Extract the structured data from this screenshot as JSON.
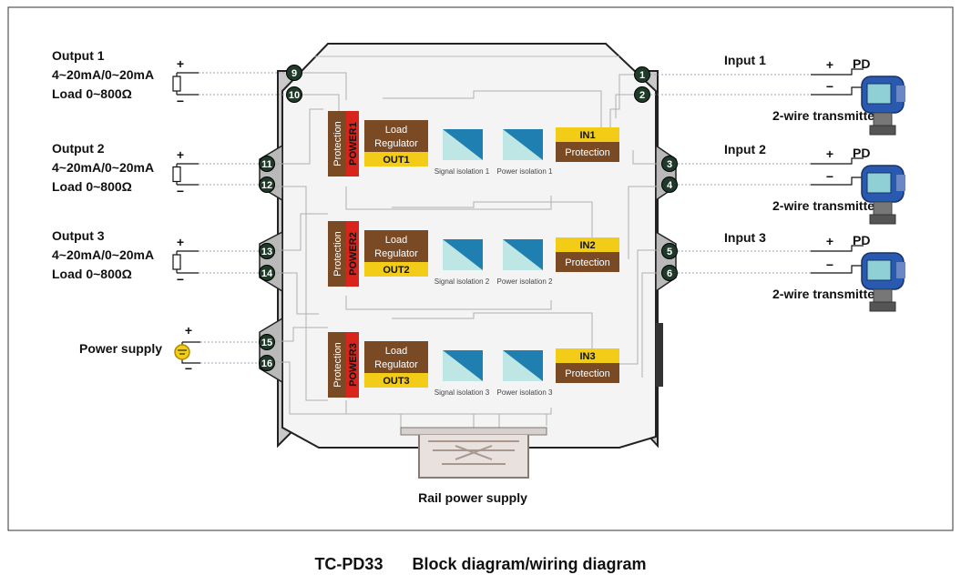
{
  "outputs": [
    {
      "title": "Output 1",
      "range": "4~20mA/0~20mA",
      "load": "Load 0~800Ω",
      "terminals": [
        "9",
        "10"
      ]
    },
    {
      "title": "Output 2",
      "range": "4~20mA/0~20mA",
      "load": "Load 0~800Ω",
      "terminals": [
        "11",
        "12"
      ]
    },
    {
      "title": "Output 3",
      "range": "4~20mA/0~20mA",
      "load": "Load 0~800Ω",
      "terminals": [
        "13",
        "14"
      ]
    }
  ],
  "power_supply": {
    "label": "Power supply",
    "terminals": [
      "15",
      "16"
    ]
  },
  "inputs": [
    {
      "title": "Input 1",
      "device": "2-wire transmitter",
      "pd": "PD",
      "terminals": [
        "1",
        "2"
      ]
    },
    {
      "title": "Input 2",
      "device": "2-wire transmitter",
      "pd": "PD",
      "terminals": [
        "3",
        "4"
      ]
    },
    {
      "title": "Input 3",
      "device": "2-wire transmitter",
      "pd": "PD",
      "terminals": [
        "5",
        "6"
      ]
    }
  ],
  "plus": "+",
  "minus": "−",
  "channels": [
    {
      "protection": "Protection",
      "power": "POWER1",
      "load_line1": "Load",
      "load_line2": "Regulator",
      "out": "OUT1",
      "signal_iso": "Signal isolation 1",
      "power_iso": "Power isolation 1",
      "in": "IN1",
      "in_protection": "Protection"
    },
    {
      "protection": "Protection",
      "power": "POWER2",
      "load_line1": "Load",
      "load_line2": "Regulator",
      "out": "OUT2",
      "signal_iso": "Signal isolation 2",
      "power_iso": "Power isolation 2",
      "in": "IN2",
      "in_protection": "Protection"
    },
    {
      "protection": "Protection",
      "power": "POWER3",
      "load_line1": "Load",
      "load_line2": "Regulator",
      "out": "OUT3",
      "signal_iso": "Signal isolation 3",
      "power_iso": "Power isolation 3",
      "in": "IN3",
      "in_protection": "Protection"
    }
  ],
  "rail": "Rail power supply",
  "caption": {
    "model": "TC-PD33",
    "title": "Block diagram/wiring diagram"
  },
  "colors": {
    "brown": "#7a4a24",
    "yellow": "#f2cc16",
    "red": "#d8241b",
    "teal": "#1e7fb0",
    "terminal": "#1f3a28",
    "body": "#f3f3f3",
    "side": "#c7c7c7"
  }
}
